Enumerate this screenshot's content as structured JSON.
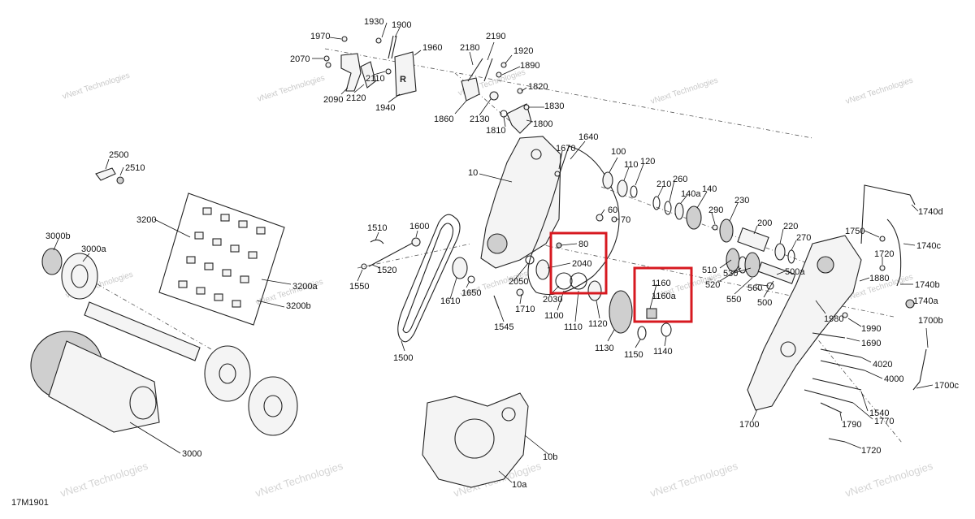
{
  "diagram_code": "17M1901",
  "watermark_text": "vNext Technologies",
  "highlight_color": "#d71920",
  "highlight_boxes": [
    {
      "name": "callout-box-80-2040",
      "labels": [
        "80",
        "2040"
      ]
    },
    {
      "name": "callout-box-1160-1160a",
      "labels": [
        "1160",
        "1160a"
      ]
    }
  ],
  "part_labels": {
    "p1930": "1930",
    "p1900": "1900",
    "p1970": "1970",
    "p1960": "1960",
    "p2070": "2070",
    "p2110": "2110",
    "p2090": "2090",
    "p2120": "2120",
    "p1940": "1940",
    "p2190": "2190",
    "p2180": "2180",
    "p1920": "1920",
    "p1890": "1890",
    "p1820": "1820",
    "p1830": "1830",
    "p1860": "1860",
    "p2130": "2130",
    "p1810": "1810",
    "p1800": "1800",
    "p1640": "1640",
    "p1670": "1670",
    "p100": "100",
    "p110": "110",
    "p120": "120",
    "p10": "10",
    "p210": "210",
    "p260": "260",
    "p140a": "140a",
    "p140": "140",
    "p230": "230",
    "p60": "60",
    "p70": "70",
    "p290": "290",
    "p200": "200",
    "p220": "220",
    "p270": "270",
    "p1740d": "1740d",
    "p1750": "1750",
    "p1740c": "1740c",
    "p1720a": "1720",
    "p2500": "2500",
    "p2510": "2510",
    "p3200": "3200",
    "p1510": "1510",
    "p1600": "1600",
    "p80": "80",
    "p2040": "2040",
    "p1520": "1520",
    "p1550": "1550",
    "p2050": "2050",
    "p1650": "1650",
    "p1610": "1610",
    "p1710": "1710",
    "p2030": "2030",
    "p1160": "1160",
    "p1160a": "1160a",
    "p510": "510",
    "p520": "520",
    "p530": "530",
    "p550": "550",
    "p560": "560",
    "p500a": "500a",
    "p500": "500",
    "p1880": "1880",
    "p1740b": "1740b",
    "p1740a": "1740a",
    "p1980": "1980",
    "p1990": "1990",
    "p3000b": "3000b",
    "p3000a": "3000a",
    "p3200a": "3200a",
    "p3200b": "3200b",
    "p1545": "1545",
    "p1100": "1100",
    "p1110": "1110",
    "p1120": "1120",
    "p1130": "1130",
    "p1150": "1150",
    "p1140": "1140",
    "p1500": "1500",
    "p1700b": "1700b",
    "p1690": "1690",
    "p4020": "4020",
    "p4000": "4000",
    "p1700c": "1700c",
    "p1540": "1540",
    "p1770": "1770",
    "p1790": "1790",
    "p1700": "1700",
    "p1720b": "1720",
    "p3000": "3000",
    "p10b": "10b",
    "p10a": "10a"
  }
}
